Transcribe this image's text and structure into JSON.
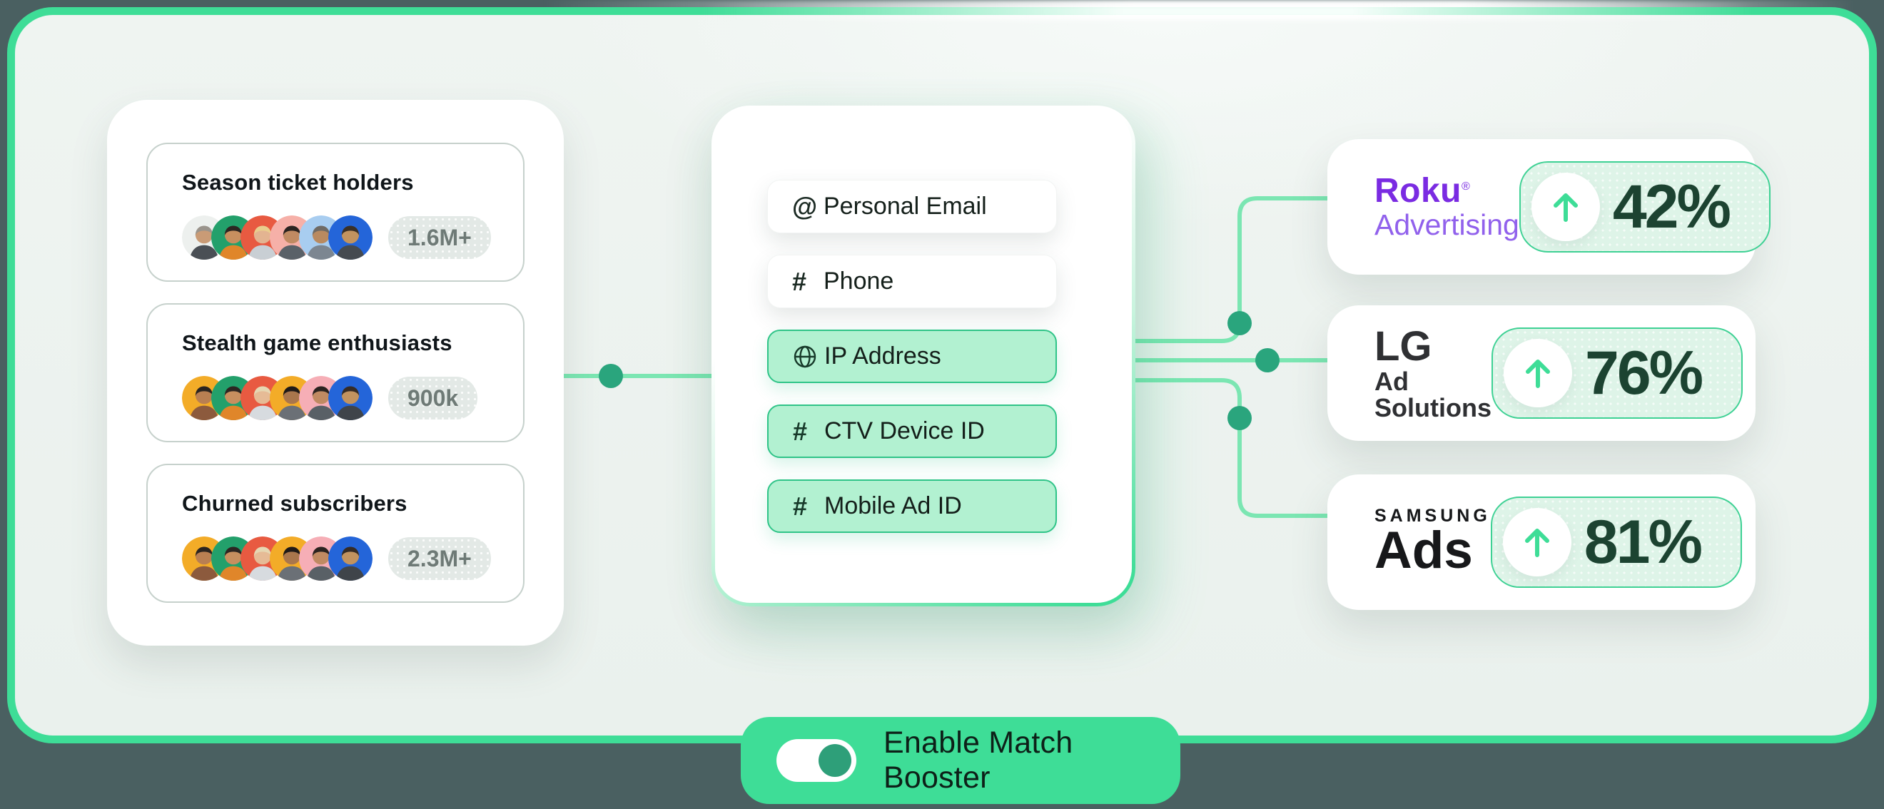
{
  "audiences": {
    "items": [
      {
        "title": "Season ticket holders",
        "count": "1.6M+",
        "avatars": [
          {
            "bg": "#edf0ee",
            "skin": "#c99b76",
            "hair": "#9a948c",
            "shirt": "#4a4f55"
          },
          {
            "bg": "#23a06b",
            "skin": "#c78f5f",
            "hair": "#2c2622",
            "shirt": "#e0862a"
          },
          {
            "bg": "#e85a41",
            "skin": "#e3b491",
            "hair": "#e9cd8d",
            "shirt": "#c9cfd4"
          },
          {
            "bg": "#f6b0a8",
            "skin": "#c08a62",
            "hair": "#2b2320",
            "shirt": "#5a6168"
          },
          {
            "bg": "#a8cdf0",
            "skin": "#b98a60",
            "hair": "#6f6a64",
            "shirt": "#7c8691"
          },
          {
            "bg": "#2465d9",
            "skin": "#c2935f",
            "hair": "#3a3028",
            "shirt": "#454a50"
          }
        ]
      },
      {
        "title": "Stealth game enthusiasts",
        "count": "900k",
        "avatars": [
          {
            "bg": "#f3ac28",
            "skin": "#b97f52",
            "hair": "#2b2420",
            "shirt": "#8c5a3d"
          },
          {
            "bg": "#23a06b",
            "skin": "#c78f5f",
            "hair": "#2c2622",
            "shirt": "#e0862a"
          },
          {
            "bg": "#e85a41",
            "skin": "#e6bb96",
            "hair": "#e6d7b2",
            "shirt": "#d7dbdf"
          },
          {
            "bg": "#f3ac28",
            "skin": "#a9764c",
            "hair": "#1f1a18",
            "shirt": "#6b7076"
          },
          {
            "bg": "#f6aeb6",
            "skin": "#c08a62",
            "hair": "#2b2320",
            "shirt": "#596066"
          },
          {
            "bg": "#2465d9",
            "skin": "#c2935f",
            "hair": "#362c26",
            "shirt": "#3f444a"
          }
        ]
      },
      {
        "title": "Churned subscribers",
        "count": "2.3M+",
        "avatars": [
          {
            "bg": "#f3ac28",
            "skin": "#b97f52",
            "hair": "#2b2420",
            "shirt": "#8c5a3d"
          },
          {
            "bg": "#23a06b",
            "skin": "#c78f5f",
            "hair": "#2c2622",
            "shirt": "#e0862a"
          },
          {
            "bg": "#e85a41",
            "skin": "#e6bb96",
            "hair": "#e6d7b2",
            "shirt": "#d7dbdf"
          },
          {
            "bg": "#f3ac28",
            "skin": "#a9764c",
            "hair": "#1f1a18",
            "shirt": "#6b7076"
          },
          {
            "bg": "#f6aeb6",
            "skin": "#c08a62",
            "hair": "#2b2320",
            "shirt": "#596066"
          },
          {
            "bg": "#2465d9",
            "skin": "#c2935f",
            "hair": "#362c26",
            "shirt": "#3f444a"
          }
        ]
      }
    ]
  },
  "identifiers": {
    "items": [
      {
        "label": "Personal Email",
        "icon": "at",
        "boosted": false
      },
      {
        "label": "Phone",
        "icon": "hash",
        "boosted": false
      },
      {
        "label": "IP Address",
        "icon": "globe",
        "boosted": true
      },
      {
        "label": "CTV Device ID",
        "icon": "hash",
        "boosted": true
      },
      {
        "label": "Mobile Ad ID",
        "icon": "hash",
        "boosted": true
      }
    ]
  },
  "platforms": {
    "items": [
      {
        "name": "Roku Advertising",
        "logo_line1": "Roku",
        "logo_mark": "®",
        "logo_line2": "Advertising",
        "lift": "42%"
      },
      {
        "name": "LG Ad Solutions",
        "logo_line1": "LG",
        "logo_mark": "",
        "logo_line2": "Ad Solutions",
        "lift": "76%"
      },
      {
        "name": "Samsung Ads",
        "logo_line1": "SAMSUNG",
        "logo_mark": "",
        "logo_line2": "Ads",
        "lift": "81%"
      }
    ]
  },
  "toggle": {
    "label": "Enable Match Booster",
    "state": "on"
  },
  "colors": {
    "accent_green": "#3edd97",
    "wire_green": "#7be6b2",
    "node_green": "#2aa57d",
    "boosted_pill_bg": "#b2f1d1",
    "boosted_pill_border": "#2fc488",
    "stat_badge_bg": "#def4e8",
    "stat_number": "#1c4331",
    "roku_purple": "#7a2be2",
    "panel_bg": "#eff4f1",
    "outer_bg": "#4a6061",
    "toggle_knob": "#2e9f79"
  }
}
